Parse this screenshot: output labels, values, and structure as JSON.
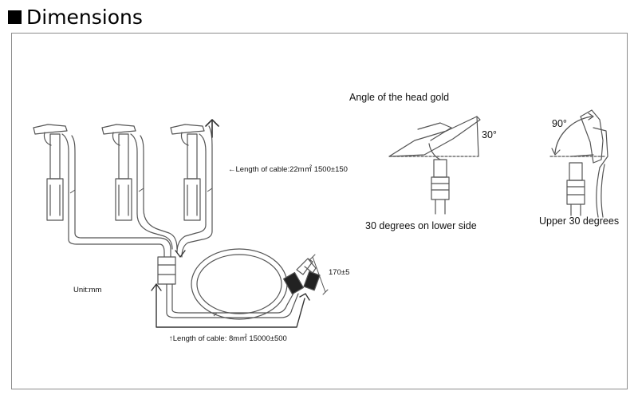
{
  "heading": {
    "title": "Dimensions",
    "bullet_icon": "black-square-icon"
  },
  "labels": {
    "cable_22": "←Length of cable:22m㎡ 1500±150",
    "cable_8": "↑Length of cable: 8m㎡ 15000±500",
    "clamp_size": "170±5",
    "unit": "Unit:mm",
    "head_angle_title": "Angle of the head gold",
    "angle_30": "30°",
    "angle_90": "90°",
    "lower_side": "30 degrees on lower side",
    "upper_side": "Upper 30 degrees"
  },
  "colors": {
    "line": "#555555",
    "frame": "#8c8c8c",
    "text": "#111111"
  }
}
